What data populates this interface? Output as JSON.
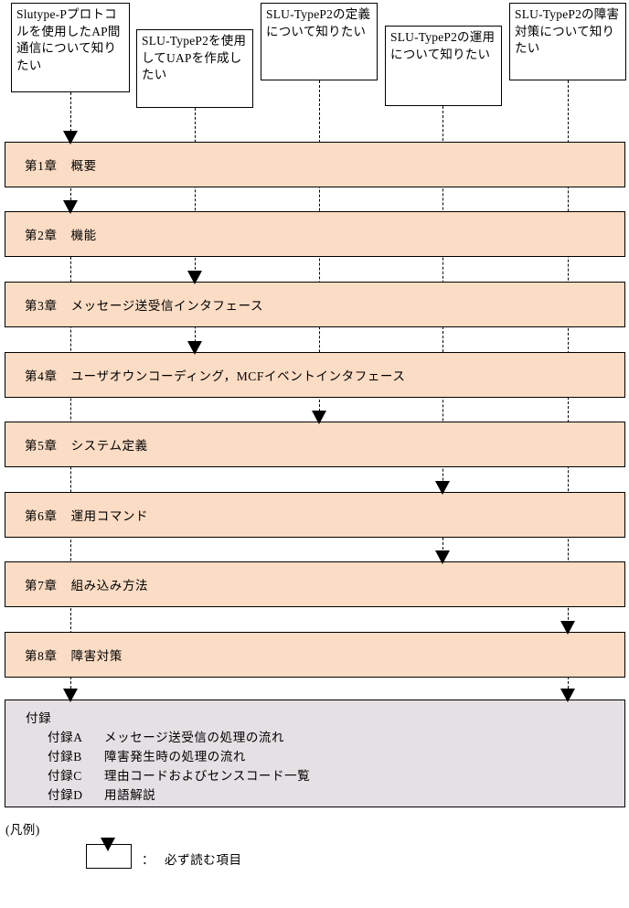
{
  "figure": {
    "kind": "reading-route-diagram",
    "colors": {
      "chapter_fill": "#fbdcc4",
      "appendix_fill": "#e4e0e3",
      "box_fill": "#ffffff",
      "line": "#000000",
      "page_background": "#ffffff"
    }
  },
  "questions": [
    {
      "id": "q1",
      "text": "Slutype-Pプロトコルを使用したAP間通信について知りたい",
      "column": 1
    },
    {
      "id": "q2",
      "text": "SLU-TypeP2を使用してUAPを作成したい",
      "column": 2
    },
    {
      "id": "q3",
      "text": "SLU-TypeP2の定義について知りたい",
      "column": 3
    },
    {
      "id": "q4",
      "text": "SLU-TypeP2の運用について知りたい",
      "column": 4
    },
    {
      "id": "q5",
      "text": "SLU-TypeP2の障害対策について知りたい",
      "column": 5
    }
  ],
  "chapters": [
    {
      "number": "第1章",
      "title": "概要",
      "arrow_column": 1
    },
    {
      "number": "第2章",
      "title": "機能",
      "arrow_column": 1
    },
    {
      "number": "第3章",
      "title": "メッセージ送受信インタフェース",
      "arrow_column": 2
    },
    {
      "number": "第4章",
      "title": "ユーザオウンコーディング，MCFイベントインタフェース",
      "arrow_column": 2
    },
    {
      "number": "第5章",
      "title": "システム定義",
      "arrow_column": 3
    },
    {
      "number": "第6章",
      "title": "運用コマンド",
      "arrow_column": 4
    },
    {
      "number": "第7章",
      "title": "組み込み方法",
      "arrow_column": 4
    },
    {
      "number": "第8章",
      "title": "障害対策",
      "arrow_column": 5
    }
  ],
  "appendix": {
    "heading": "付録",
    "arrow_columns": [
      1,
      5
    ],
    "items": [
      {
        "id": "付録A",
        "title": "メッセージ送受信の処理の流れ"
      },
      {
        "id": "付録B",
        "title": "障害発生時の処理の流れ"
      },
      {
        "id": "付録C",
        "title": "理由コードおよびセンスコード一覧"
      },
      {
        "id": "付録D",
        "title": "用語解説"
      }
    ]
  },
  "legend": {
    "title": "(凡例)",
    "colon": "：",
    "description": "必ず読む項目",
    "marker_icon": "down-triangle-arrow-icon"
  }
}
